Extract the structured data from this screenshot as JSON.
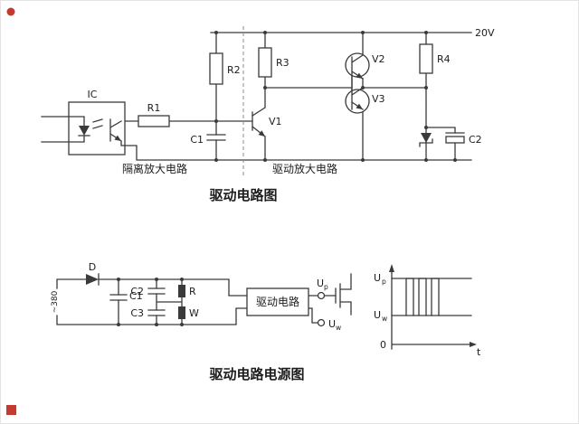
{
  "colors": {
    "line": "#3a3a3a",
    "marker_red": "#c43a2e",
    "background": "#ffffff"
  },
  "top_circuit": {
    "title": "驱动电路图",
    "supply": "20V",
    "ic": "IC",
    "r1": "R1",
    "r2": "R2",
    "r3": "R3",
    "r4": "R4",
    "c1": "C1",
    "c2": "C2",
    "v1": "V1",
    "v2": "V2",
    "v3": "V3",
    "section_left": "隔离放大电路",
    "section_right": "驱动放大电路"
  },
  "bottom_circuit": {
    "title": "驱动电路电源图",
    "source": "~380",
    "d": "D",
    "c1": "C1",
    "c2": "C2",
    "c3": "C3",
    "r": "R",
    "w": "W",
    "box": "驱动电路",
    "up_base": "U",
    "up_sub": "p",
    "uw_base": "U",
    "uw_sub": "w",
    "waveform": {
      "zero": "0",
      "t": "t",
      "up_base": "U",
      "up_sub": "p",
      "uw_base": "U",
      "uw_sub": "w"
    }
  }
}
